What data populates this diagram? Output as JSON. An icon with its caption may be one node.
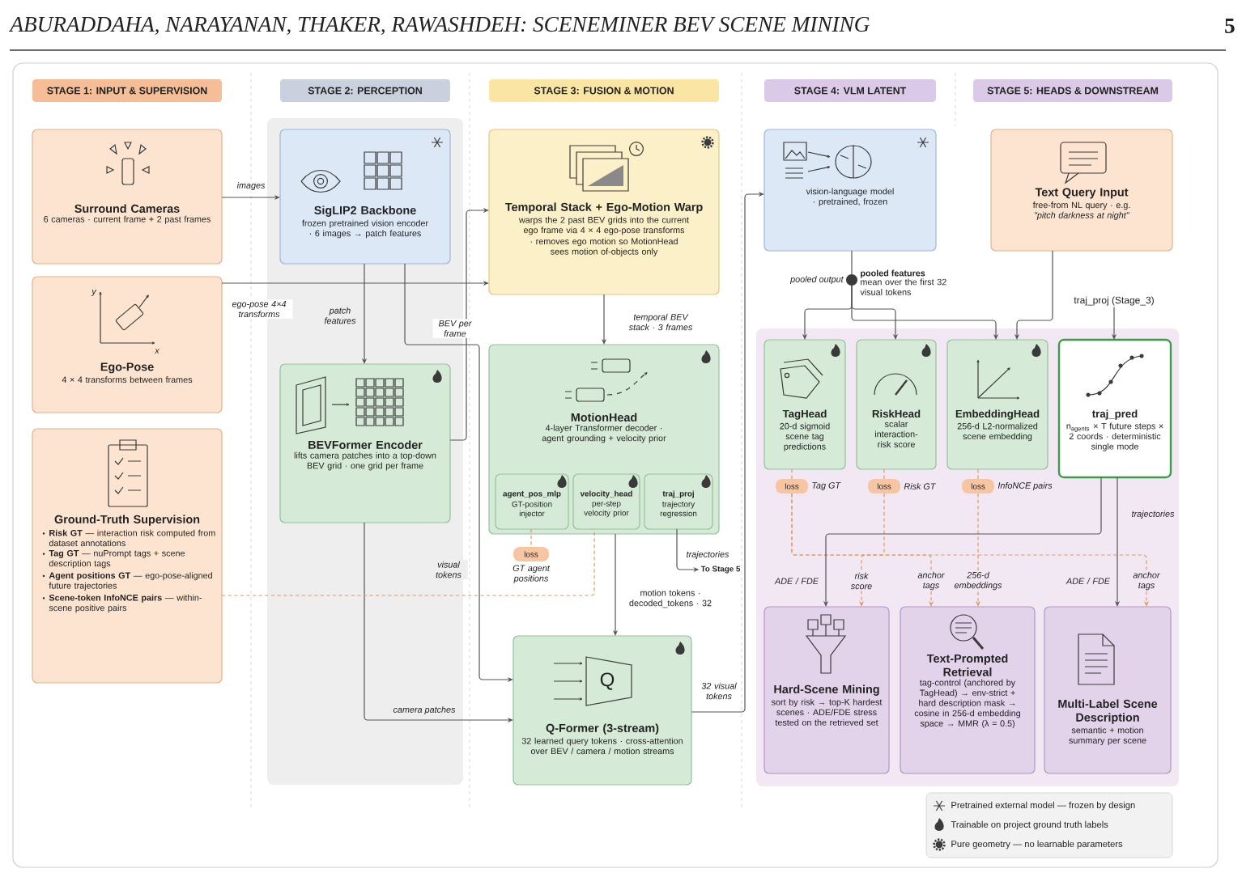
{
  "diagram": {
    "title": "ABURADDAHA, NARAYANAN, THAKER, RAWASHDEH: SCENEMINER BEV SCENE MINING",
    "nodes": [
      {
        "text": [
          "STAGE 1: INPUT & SUPERVISION"
        ]
      },
      {
        "text": [
          "STAGE 2: PERCEPTION"
        ]
      },
      {
        "text": [
          "STAGE 3: FUSION & MOTION"
        ]
      },
      {
        "text": [
          "STAGE 4: VLM LATENT"
        ]
      },
      {
        "text": [
          "STAGE 5: HEADS & DOWNSTREAM"
        ]
      },
      {
        "text": [
          "Surround Cameras",
          "6 cameras · current frame + 2 past frames"
        ]
      },
      {
        "text": [
          "Ego-Pose",
          "4 × 4 transforms between frames"
        ]
      },
      {
        "text": [
          "Ground-Truth Supervision",
          "**Risk GT** — interaction risk computed from dataset annotations",
          "**Tag GT** — nuPrompt tags + scene description tags",
          "**Agent positions GT** — ego-pose-aligned future trajectories",
          "**Scene-token InfoNCE pairs** — within-scene positive pairs"
        ]
      },
      {
        "text": [
          "SigLIP2 Backbone",
          "frozen pretrained vision encoder · 6 images → patch features"
        ]
      },
      {
        "text": [
          "BEVFormer Encoder",
          "lifts camera patches into a top-down BEV grid · one grid per frame"
        ]
      },
      {
        "text": [
          "Temporal Stack + Ego-Motion Warp",
          "warps the 2 past BEV grids into the current ego frame via 4 × 4 ego-pose transforms",
          "· removes ego motion so MotionHead sees motion of-objects only"
        ]
      },
      {
        "text": [
          "MotionHead",
          "4-layer Transformer decoder · agent grounding + velocity prior"
        ]
      },
      {
        "text": [
          "agent_pos_mlp",
          "GT-position injector"
        ],
        "in": 11
      },
      {
        "text": [
          "velocity_head",
          "per-step velocity prior"
        ],
        "in": 11
      },
      {
        "text": [
          "traj_proj",
          "trajectory regression"
        ],
        "in": 11
      },
      {
        "text": [
          "loss"
        ],
        "beside": [
          "GT agent positions"
        ]
      },
      {
        "text": [
          "Q",
          "Q-Former (3-stream)",
          "32 learned query tokens · cross-attention over BEV / camera / motion streams"
        ]
      },
      {
        "text": [
          "vision-language model · pretrained, frozen"
        ]
      },
      {
        "text": [],
        "shape": "circle",
        "beside": [
          "pooled output",
          "pooled features",
          "mean over the first 32 visual tokens"
        ]
      },
      {
        "text": [
          "Text Query Input",
          "free-from NL query · e.g. *\"pitch darkness at night\"*"
        ]
      },
      {
        "text": [
          "TagHead",
          "20-d sigmoid scene tag predictions"
        ]
      },
      {
        "text": [
          "RiskHead",
          "scalar interaction-risk score"
        ]
      },
      {
        "text": [
          "EmbeddingHead",
          "256-d L2-normalized scene embedding"
        ]
      },
      {
        "text": [
          "traj_pred",
          "n$_{agents}$ × T future steps × 2 coords · deterministic single mode"
        ]
      },
      {
        "text": [
          "loss"
        ],
        "beside": [
          "Tag GT"
        ]
      },
      {
        "text": [
          "loss"
        ],
        "beside": [
          "Risk GT"
        ]
      },
      {
        "text": [
          "loss"
        ],
        "beside": [
          "InfoNCE pairs"
        ]
      },
      {
        "text": [
          "Hard-Scene Mining",
          "sort by risk → top-K hardest scenes · ADE/FDE stress tested on the retrieved set"
        ]
      },
      {
        "text": [
          "Text-Prompted Retrieval",
          "tag-control (anchored by TagHead) → env-strict + hard description mask → cosine in 256-d embedding space → MMR (λ = 0.5)"
        ]
      },
      {
        "text": [
          "Multi-Label Scene Description",
          "semantic + motion summary per scene"
        ]
      },
      {
        "text": [
          "traj_proj (Stage_3)"
        ]
      },
      {
        "text": [
          "To Stage 5"
        ]
      }
    ],
    "edges": [
      {
        "from": 5,
        "to": 8,
        "arrow": "to",
        "label": "images"
      },
      {
        "from": 6,
        "to": 10,
        "arrow": "to",
        "label": "ego-pose 4×4 transforms"
      },
      {
        "from": 8,
        "to": 9,
        "arrow": "to",
        "label": "patch features"
      },
      {
        "from": 8,
        "to": 16,
        "arrow": "to",
        "label": "visual tokens"
      },
      {
        "from": 9,
        "to": 10,
        "arrow": "to",
        "label": "BEV per frame"
      },
      {
        "from": 9,
        "to": 16,
        "arrow": "to",
        "label": "camera patches"
      },
      {
        "from": 10,
        "to": 11,
        "arrow": "to",
        "label": "temporal BEV stack · 3 frames"
      },
      {
        "from": 11,
        "to": 16,
        "arrow": "to",
        "label": "motion tokens · decoded_tokens · 32"
      },
      {
        "from": 14,
        "to": 31,
        "arrow": "to",
        "label": "trajectories"
      },
      {
        "from": 16,
        "to": 17,
        "arrow": "to",
        "label": "32 visual tokens"
      },
      {
        "from": 12,
        "to": 15,
        "arrow": "none",
        "style": "dashed",
        "color": "#e39a62"
      },
      {
        "from": 7,
        "to": 13,
        "arrow": "none",
        "style": "dashed",
        "color": "#e39a62"
      },
      {
        "from": 17,
        "to": 18,
        "arrow": "none"
      },
      {
        "from": 18,
        "to": 20,
        "arrow": "to"
      },
      {
        "from": 18,
        "to": 21,
        "arrow": "to"
      },
      {
        "from": 18,
        "to": 22,
        "arrow": "to"
      },
      {
        "from": 19,
        "to": 22,
        "arrow": "to"
      },
      {
        "from": 30,
        "to": 23,
        "arrow": "to"
      },
      {
        "from": 20,
        "to": 24,
        "arrow": "none",
        "style": "dashed",
        "color": "#e39a62"
      },
      {
        "from": 21,
        "to": 25,
        "arrow": "none",
        "style": "dashed",
        "color": "#e39a62"
      },
      {
        "from": 22,
        "to": 26,
        "arrow": "none",
        "style": "dashed",
        "color": "#e39a62"
      },
      {
        "from": 25,
        "to": 27,
        "arrow": "to",
        "label": "risk score",
        "style": "dashed",
        "color": "#e39a62"
      },
      {
        "from": 24,
        "to": 28,
        "arrow": "to",
        "label": "anchor tags",
        "style": "dashed",
        "color": "#e39a62"
      },
      {
        "from": 26,
        "to": 28,
        "arrow": "to",
        "label": "256-d embeddings",
        "style": "dashed",
        "color": "#e39a62"
      },
      {
        "from": 24,
        "to": 29,
        "arrow": "to",
        "label": "anchor tags",
        "style": "dashed",
        "color": "#e39a62"
      },
      {
        "from": 23,
        "to": 27,
        "arrow": "to",
        "label": "ADE / FDE"
      },
      {
        "from": 23,
        "to": 29,
        "arrow": "to",
        "label": "ADE / FDE"
      }
    ],
    "labels": [
      "5",
      "y",
      "x",
      "trajectories"
    ],
    "legend": [
      {
        "text": "Pretrained external model — frozen by design"
      },
      {
        "text": "Trainable on project ground truth labels"
      },
      {
        "text": "Pure geometry — no learnable parameters"
      }
    ]
  }
}
